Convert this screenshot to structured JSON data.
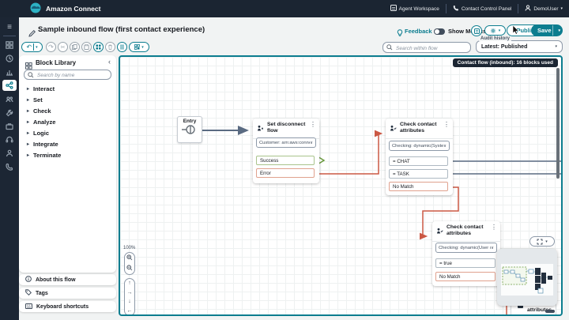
{
  "colors": {
    "accent": "#0c7d8f",
    "topbar": "#1b2532",
    "connector_slate": "#5a6b82",
    "connector_error": "#cb5844",
    "success_green": "#6a9a3f"
  },
  "topbar": {
    "brand": "Amazon Connect",
    "agent_workspace": "Agent Workspace",
    "contact_control_panel": "Contact Control Panel",
    "user": "DemoUser"
  },
  "header": {
    "title": "Sample inbound flow (first contact experience)",
    "feedback": "Feedback",
    "show_metrics": "Show Metrics",
    "publish": "Publish",
    "save": "Save"
  },
  "flow_toolbar": {
    "search_placeholder": "Search within flow",
    "audit_label": "Audit history",
    "audit_value": "Latest: Published"
  },
  "library": {
    "title": "Block Library",
    "search_placeholder": "Search by name",
    "categories": [
      "Interact",
      "Set",
      "Check",
      "Analyze",
      "Logic",
      "Integrate",
      "Terminate"
    ]
  },
  "panels": {
    "about": "About this flow",
    "tags": "Tags",
    "shortcuts": "Keyboard shortcuts"
  },
  "canvas": {
    "badge": "Contact flow (inbound): 16 blocks used",
    "zoom_level": "100%",
    "entry": "Entry",
    "blocks": [
      {
        "title": "Set disconnect flow",
        "dropdown": "Customer: arn:aws:connec...",
        "ports": [
          "Success",
          "Error"
        ]
      },
      {
        "title": "Check contact attributes",
        "dropdown": "Checking: dynamic(Syste...",
        "ports": [
          "= CHAT",
          "= TASK",
          "No Match"
        ]
      },
      {
        "title": "Check contact attributes",
        "dropdown": "Checking: dynamic(User d...",
        "ports": [
          "= true",
          "No Match"
        ]
      }
    ],
    "hidden_block_label": "attributes"
  },
  "icons": {
    "kebab": "⋮",
    "caret": "▾",
    "chevron_down": "∨",
    "chevron_left": "‹",
    "triangle": "▸",
    "hamburger": "≡",
    "undo": "↶",
    "redo": "↷",
    "cut": "✂",
    "arrow_up": "↑",
    "arrow_right": "→",
    "arrow_down": "↓",
    "arrow_left": "←"
  }
}
